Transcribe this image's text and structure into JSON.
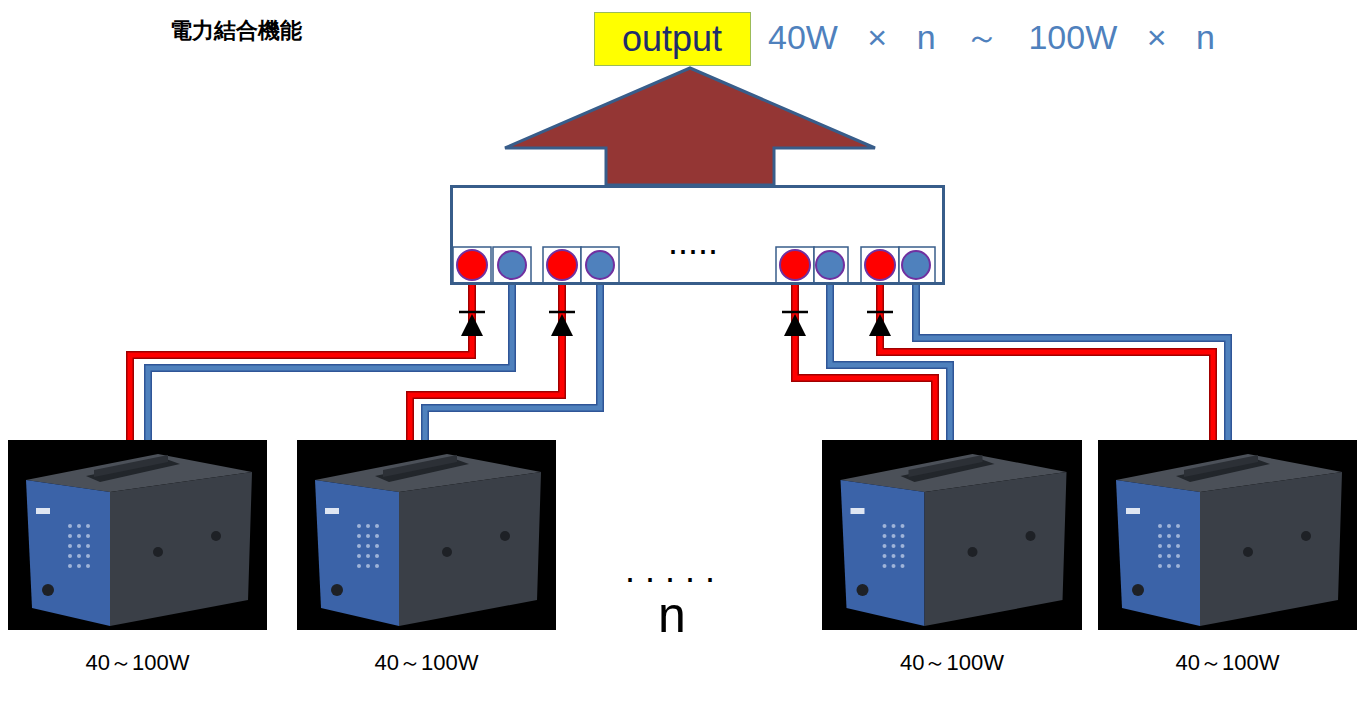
{
  "diagram": {
    "title": "電力結合機能",
    "nodes": [
      {
        "text": [
          "output"
        ]
      },
      {
        "text": [
          "....."
        ]
      },
      {
        "text": [
          "40～100W"
        ]
      },
      {
        "text": [
          "40～100W"
        ]
      },
      {
        "text": [
          "40～100W"
        ]
      },
      {
        "text": [
          "40～100W"
        ]
      }
    ],
    "edges": [
      {
        "from": 1,
        "to": 0,
        "arrow": "to"
      },
      {
        "from": 2,
        "to": 1,
        "arrow": "none"
      },
      {
        "from": 3,
        "to": 1,
        "arrow": "none"
      },
      {
        "from": 4,
        "to": 1,
        "arrow": "none"
      },
      {
        "from": 5,
        "to": 1,
        "arrow": "none"
      }
    ],
    "labels": [
      "40W × n ～ 100W × n",
      ". . . . .",
      "n"
    ]
  }
}
